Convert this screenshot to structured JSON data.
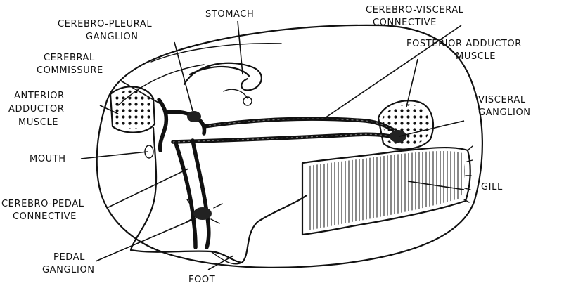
{
  "labels": {
    "stomach": "STOMACH",
    "cerebro_pleural_ganglion": [
      "CEREBRO-PLEURAL",
      "GANGLION"
    ],
    "cerebro_visceral_connective": [
      "CEREBRO-VISCERAL",
      "CONNECTIVE"
    ],
    "cerebral_commissure": [
      "CEREBRAL",
      "COMMISSURE"
    ],
    "posterior_adductor_muscle": [
      "FOSTERIOR ADDUCTOR",
      "MUSCLE"
    ],
    "anterior_adductor_muscle": [
      "ANTERIOR",
      "ADDUCTOR",
      "MUSCLE"
    ],
    "visceral_ganglion": [
      "VISCERAL",
      "GANGLION"
    ],
    "mouth": "MOUTH",
    "gill": "GILL",
    "cerebro_pedal_connective": [
      "CEREBRO-PEDAL",
      "CONNECTIVE"
    ],
    "pedal_ganglion": [
      "PEDAL",
      "GANGLION"
    ],
    "foot": "FOOT"
  }
}
